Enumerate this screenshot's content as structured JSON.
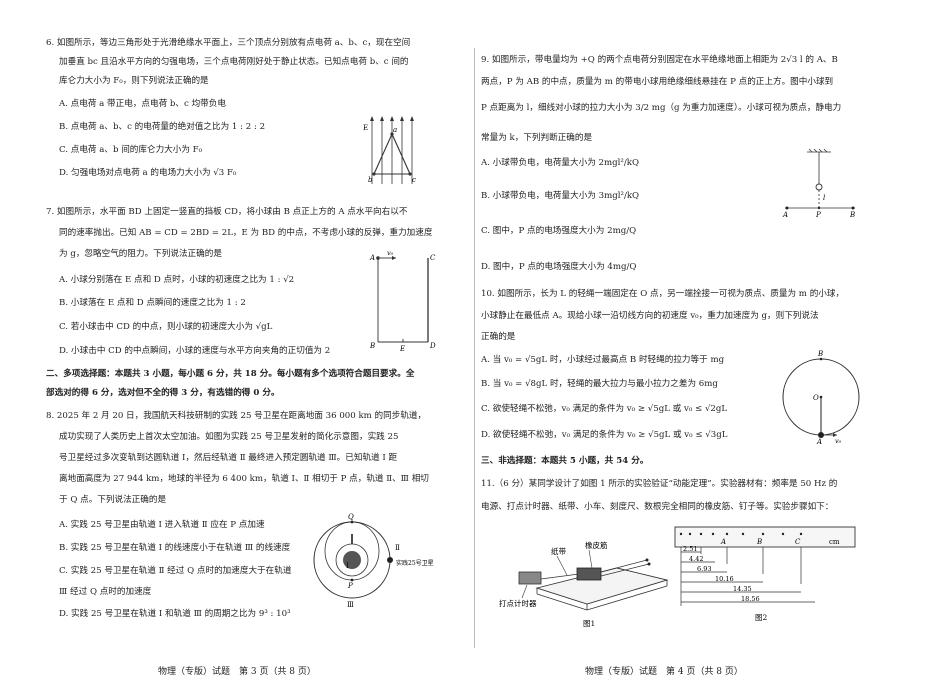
{
  "left": {
    "q6": {
      "lines": [
        "6. 如图所示，等边三角形处于光滑绝缘水平面上，三个顶点分别放有点电荷 a、b、c，现在空间",
        "加垂直 bc 且沿水平方向的匀强电场，三个点电荷刚好处于静止状态。已知点电荷 b、c 间的",
        "库仑力大小为 F₀，则下列说法正确的是"
      ],
      "options": [
        "A. 点电荷 a 带正电，点电荷 b、c 均带负电",
        "B. 点电荷 a、b、c 的电荷量的绝对值之比为 1 : 2 : 2",
        "C. 点电荷 a、b 间的库仑力大小为 F₀",
        "D. 匀强电场对点电荷 a 的电场力大小为 √3 F₀"
      ],
      "fig": {
        "E": "E",
        "a": "a",
        "b": "b",
        "c": "c"
      }
    },
    "q7": {
      "lines": [
        "7. 如图所示，水平面 BD 上固定一竖直的挡板 CD，将小球由 B 点正上方的 A 点水平向右以不",
        "同的速率抛出。已知 AB = CD = 2BD = 2L，E 为 BD 的中点，不考虑小球的反弹，重力加速度",
        "为 g，忽略空气的阻力。下列说法正确的是"
      ],
      "options": [
        "A. 小球分别落在 E 点和 D 点时，小球的初速度之比为 1 : √2",
        "B. 小球落在 E 点和 D 点瞬间的速度之比为 1 : 2",
        "C. 若小球击中 CD 的中点，则小球的初速度大小为 √gL",
        "D. 小球击中 CD 的中点瞬间，小球的速度与水平方向夹角的正切值为 2"
      ],
      "fig": {
        "A": "A",
        "B": "B",
        "C": "C",
        "D": "D",
        "E": "E",
        "v0": "v₀"
      }
    },
    "section2": [
      "二、多项选择题：本题共 3 小题，每小题 6 分，共 18 分。每小题有多个选项符合题目要求。全",
      "部选对的得 6 分，选对但不全的得 3 分，有选错的得 0 分。"
    ],
    "q8": {
      "lines": [
        "8. 2025 年 2 月 20 日，我国航天科技研制的实践 25 号卫星在距离地面 36 000 km 的同步轨道，",
        "成功实现了人类历史上首次太空加油。如图为实践 25 号卫星发射的简化示意图，实践 25",
        "号卫星经过多次变轨到达圆轨道 Ⅰ，然后经轨道 Ⅱ 最终进入预定圆轨道 Ⅲ。已知轨道 Ⅰ 距",
        "离地面高度为 27 944 km，地球的半径为 6 400 km，轨道 Ⅰ、Ⅱ 相切于 P 点，轨道 Ⅱ、Ⅲ 相切",
        "于 Q 点。下列说法正确的是"
      ],
      "options": [
        "A. 实践 25 号卫星由轨道 Ⅰ 进入轨道 Ⅱ 应在 P 点加速",
        "B. 实践 25 号卫星在轨道 Ⅰ 的线速度小于在轨道 Ⅲ 的线速度",
        "C. 实践 25 号卫星在轨道 Ⅱ 经过 Q 点时的加速度大于在轨道",
        "   Ⅲ 经过 Q 点时的加速度",
        "D. 实践 25 号卫星在轨道 Ⅰ 和轨道 Ⅲ 的周期之比为 9³ : 10³"
      ],
      "fig": {
        "Q": "Q",
        "P": "P",
        "I": "Ⅰ",
        "II": "Ⅱ",
        "III": "Ⅲ",
        "sat": "实践25号卫星"
      }
    },
    "footer": "物理（专版）试题　第 3 页（共 8 页）"
  },
  "right": {
    "q9": {
      "lines": [
        "9. 如图所示，带电量均为 +Q 的两个点电荷分别固定在水平绝缘地面上相距为 2√3 l 的 A、B",
        "两点，P 为 AB 的中点，质量为 m 的带电小球用绝缘细线悬挂在 P 点的正上方。图中小球到",
        "P 点距离为 l，细线对小球的拉力大小为 3/2 mg（g 为重力加速度）。小球可视为质点，静电力",
        "常量为 k，下列判断正确的是"
      ],
      "options": [
        "A. 小球带负电，电荷量大小为 2mgl²/kQ",
        "B. 小球带负电，电荷量大小为 3mgl²/kQ",
        "C. 图中，P 点的电场强度大小为 2mg/Q",
        "D. 图中，P 点的电场强度大小为 4mg/Q"
      ],
      "fig": {
        "A": "A",
        "P": "P",
        "B": "B",
        "l": "l"
      }
    },
    "q10": {
      "lines": [
        "10. 如图所示，长为 L 的轻绳一端固定在 O 点，另一端拴接一可视为质点、质量为 m 的小球，",
        "小球静止在最低点 A。现给小球一沿切线方向的初速度 v₀，重力加速度为 g，则下列说法",
        "正确的是"
      ],
      "options": [
        "A. 当 v₀ = √5gL 时，小球经过最高点 B 时轻绳的拉力等于 mg",
        "B. 当 v₀ = √8gL 时，轻绳的最大拉力与最小拉力之差为 6mg",
        "C. 欲使轻绳不松弛，v₀ 满足的条件为 v₀ ≥ √5gL 或 v₀ ≤ √2gL",
        "D. 欲使轻绳不松弛，v₀ 满足的条件为 v₀ ≥ √5gL 或 v₀ ≤ √3gL"
      ],
      "fig": {
        "B": "B",
        "O": "O",
        "A": "A",
        "v0": "v₀"
      }
    },
    "section3": "三、非选择题：本题共 5 小题，共 54 分。",
    "q11": {
      "lines": [
        "11.（6 分）某同学设计了如图 1 所示的实验验证“动能定理”。实验器材有：频率是 50 Hz 的",
        "电源、打点计时器、纸带、小车、刻度尺、数根完全相同的橡皮筋、钉子等。实验步骤如下："
      ],
      "fig1": {
        "tape": "纸带",
        "band": "橡皮筋",
        "timer": "打点计时器",
        "caption": "图1"
      },
      "fig2": {
        "points": [
          "A",
          "B",
          "C"
        ],
        "unit": "cm",
        "measures": [
          "2.51",
          "4.42",
          "6.93",
          "10.16",
          "14.35",
          "18.56"
        ],
        "caption": "图2"
      }
    },
    "footer": "物理（专版）试题　第 4 页（共 8 页）"
  }
}
